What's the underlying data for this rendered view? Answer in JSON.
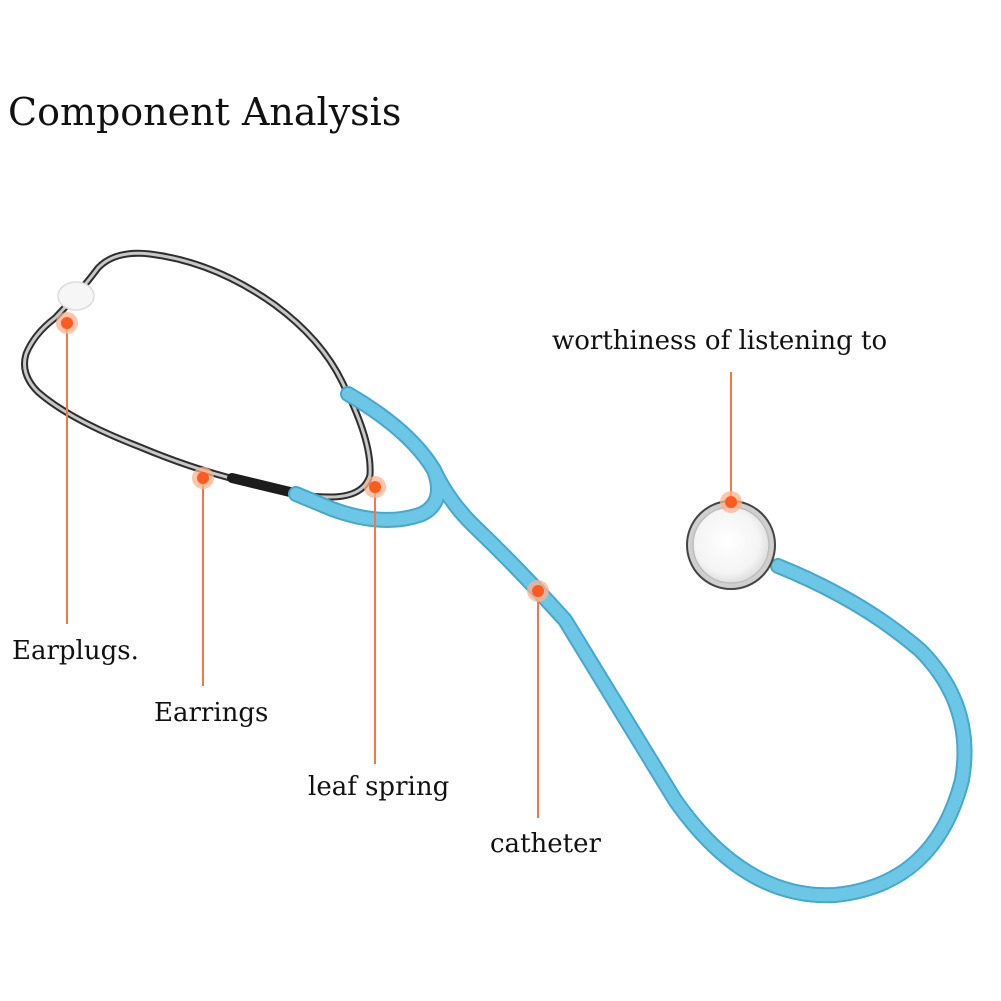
{
  "title": "Component Analysis",
  "labels": {
    "earplugs": "Earplugs.",
    "earrings": "Earrings",
    "leaf_spring": "leaf spring",
    "catheter": "catheter",
    "chestpiece": "worthiness of listening to"
  },
  "colors": {
    "tube": "#6cc6e6",
    "tube_dark": "#45a8cd",
    "metal": "#9a9a9a",
    "metal_dark": "#2e2e2e",
    "marker": "#ff5a1f",
    "marker_halo": "#ffb28f",
    "leader_line": "#f07a45"
  }
}
